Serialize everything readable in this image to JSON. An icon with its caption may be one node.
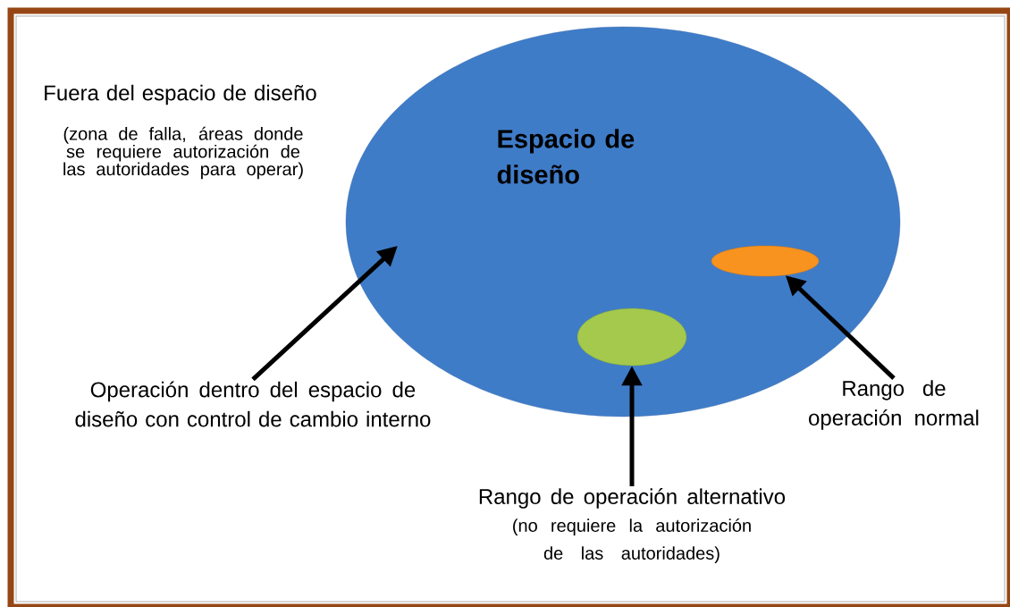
{
  "diagram": {
    "nodes": [
      {
        "text": [
          "Espacio de diseño"
        ]
      },
      {
        "text": [],
        "shape": "ellipse",
        "in": 0
      },
      {
        "text": [],
        "shape": "ellipse",
        "in": 0
      },
      {
        "text": [
          "Operación dentro del espacio de diseño con control de cambio interno"
        ]
      },
      {
        "text": [
          "Rango de operación normal"
        ]
      },
      {
        "text": [
          "Rango de operación alternativo",
          "(no requiere la autorización de las autoridades)"
        ]
      }
    ],
    "edges": [
      {
        "from": 3,
        "to": 0,
        "arrow": "to"
      },
      {
        "from": 4,
        "to": 1,
        "arrow": "to"
      },
      {
        "from": 5,
        "to": 2,
        "arrow": "to"
      }
    ],
    "labels": [
      "Fuera del espacio de diseño",
      "(zona de falla, áreas donde se requiere autorización de las autoridades para operar)"
    ]
  }
}
